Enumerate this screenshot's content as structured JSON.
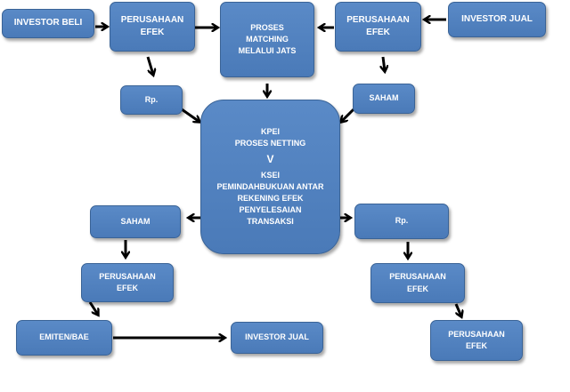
{
  "nodes": {
    "investor_beli": {
      "lines": [
        "INVESTOR BELI"
      ]
    },
    "perusahaan_efek_left": {
      "lines": [
        "PERUSAHAAN",
        "EFEK"
      ]
    },
    "proses_matching": {
      "lines": [
        "PROSES",
        "MATCHING",
        "MELALUI JATS"
      ]
    },
    "perusahaan_efek_right": {
      "lines": [
        "PERUSAHAAN",
        "EFEK"
      ]
    },
    "investor_jual_top": {
      "lines": [
        "INVESTOR JUAL"
      ]
    },
    "rp_left": {
      "lines": [
        "Rp."
      ]
    },
    "saham_right": {
      "lines": [
        "SAHAM"
      ]
    },
    "kpei": {
      "lines": [
        "KPEI",
        "PROSES NETTING",
        "V",
        "KSEI",
        "PEMINDAHBUKUAN ANTAR",
        "REKENING EFEK",
        "PENYELESAIAN",
        "TRANSAKSI"
      ]
    },
    "saham_left": {
      "lines": [
        "SAHAM"
      ]
    },
    "rp_right": {
      "lines": [
        "Rp."
      ]
    },
    "perusahaan_efek_bottom_left": {
      "lines": [
        "PERUSAHAAN",
        "EFEK"
      ]
    },
    "perusahaan_efek_mid_right": {
      "lines": [
        "PERUSAHAAN",
        "EFEK"
      ]
    },
    "emiten_bae": {
      "lines": [
        "EMITEN/BAE"
      ]
    },
    "investor_jual_bottom": {
      "lines": [
        "INVESTOR JUAL"
      ]
    },
    "perusahaan_efek_bottom_right": {
      "lines": [
        "PERUSAHAAN",
        "EFEK"
      ]
    }
  },
  "colors": {
    "node_fill": "#4f81bd",
    "node_border": "#3a6396",
    "node_text": "#ffffff",
    "arrow": "#000000"
  }
}
